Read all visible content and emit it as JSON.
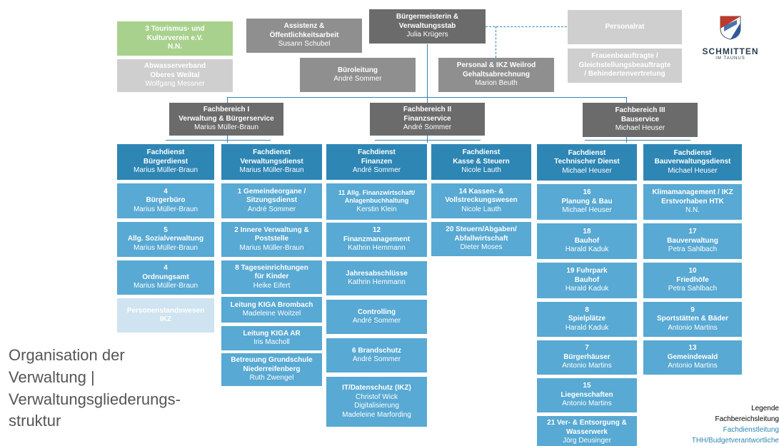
{
  "top": {
    "mayor": {
      "title": "Bürgermeisterin &\nVerwaltungsstab",
      "name": "Julia Krügers"
    },
    "assistenz": {
      "title": "Assistenz &\nÖffentlichkeitsarbeit",
      "name": "Susann Schubel"
    },
    "tourismus": {
      "title": "3 Tourismus- und\nKulturverein e.V.",
      "name": "N.N."
    },
    "abwasser": {
      "title": "Abwasserverband\nOberes Weiltal",
      "name": "Wolfgang Messner"
    },
    "bueroleitung": {
      "title": "Büroleitung",
      "name": "André Sommer"
    },
    "personal": {
      "title": "Personal & IKZ Weilrod\nGehaltsabrechnung",
      "name": "Marion Beuth"
    },
    "personalrat": {
      "title": "Personalrat"
    },
    "frauen": {
      "title": "Frauenbeauftragte /\nGleichstellungsbeauftragte\n/ Behindertenvertretung"
    }
  },
  "logo": {
    "name": "SCHMITTEN",
    "sub": "IM TAUNUS",
    "colors": {
      "red": "#c0392b",
      "blue": "#2c5aa0",
      "white": "#ffffff"
    }
  },
  "fachbereiche": [
    {
      "title": "Fachbereich I\nVerwaltung & Bürgerservice",
      "name": "Marius Müller-Braun"
    },
    {
      "title": "Fachbereich II\nFinanzservice",
      "name": "André Sommer"
    },
    {
      "title": "Fachbereich III\nBauservice",
      "name": "Michael Heuser"
    }
  ],
  "columns": [
    {
      "head": {
        "title": "Fachdienst\nBürgerdienst",
        "name": "Marius Müller-Braun"
      },
      "items": [
        {
          "title": "4\nBürgerbüro",
          "name": "Marius Müller-Braun"
        },
        {
          "title": "5\nAllg. Sozialverwaltung",
          "name": "Marius Müller-Braun"
        },
        {
          "title": "4\nOrdnungsamt",
          "name": "Marius Müller-Braun"
        },
        {
          "title": "Personenstandswesen",
          "name": "IKZ"
        }
      ]
    },
    {
      "head": {
        "title": "Fachdienst\nVerwaltungsdienst",
        "name": "Marius Müller-Braun"
      },
      "items": [
        {
          "title": "1 Gemeindeorgane /\nSitzungsdienst",
          "name": "André Sommer"
        },
        {
          "title": "2 Innere Verwaltung &\nPoststelle",
          "name": "Marius Müller-Braun"
        },
        {
          "title": "8 Tageseinrichtungen\nfür Kinder",
          "name": "Heike Eifert"
        },
        {
          "title": "Leitung KIGA Brombach",
          "name": "Madeleine Woitzel"
        },
        {
          "title": "Leitung KIGA AR",
          "name": "Iris Macholl"
        },
        {
          "title": "Betreuung Grundschule\nNiederreifenberg",
          "name": "Ruth Zwengel"
        }
      ]
    },
    {
      "head": {
        "title": "Fachdienst\nFinanzen",
        "name": "André Sommer"
      },
      "items": [
        {
          "title": "11 Allg. Finanzwirtschaft/\nAnlagenbuchhaltung",
          "name": "Kerstin Klein"
        },
        {
          "title": "12\nFinanzmanagement",
          "name": "Kathrin Hemmann"
        },
        {
          "title": "Jahresabschlüsse",
          "name": "Kathrin Hemmann"
        },
        {
          "title": "Controlling",
          "name": "André Sommer"
        },
        {
          "title": "6 Brandschutz",
          "name": "André Sommer"
        },
        {
          "title": "IT/Datenschutz (IKZ)",
          "name": "Christof Wick\nDigitalisierung\nMadeleine Marfording"
        }
      ]
    },
    {
      "head": {
        "title": "Fachdienst\nKasse & Steuern",
        "name": "Nicole Lauth"
      },
      "items": [
        {
          "title": "14 Kassen- &\nVollstreckungswesen",
          "name": "Nicole Lauth"
        },
        {
          "title": "20 Steuern/Abgaben/\nAbfallwirtschaft",
          "name": "Dieter Moses"
        }
      ]
    },
    {
      "head": {
        "title": "Fachdienst\nTechnischer Dienst",
        "name": "Michael Heuser"
      },
      "items": [
        {
          "title": "16\nPlanung & Bau",
          "name": "Michael Heuser"
        },
        {
          "title": "18\nBauhof",
          "name": "Harald Kaduk"
        },
        {
          "title": "19 Fuhrpark\nBauhof",
          "name": "Harald Kaduk"
        },
        {
          "title": "8\nSpielplätze",
          "name": "Harald Kaduk"
        },
        {
          "title": "7\nBürgerhäuser",
          "name": "Antonio Martins"
        },
        {
          "title": "15\nLiegenschaften",
          "name": "Antonio Martins"
        },
        {
          "title": "21 Ver- & Entsorgung &\nWasserwerk",
          "name": "Jörg Deusinger"
        }
      ]
    },
    {
      "head": {
        "title": "Fachdienst\nBauverwaltungsdienst",
        "name": "Michael Heuser"
      },
      "items": [
        {
          "title": "Klimamanagement / IKZ\nErstvorhaben HTK",
          "name": "N.N."
        },
        {
          "title": "17\nBauverwaltung",
          "name": "Petra Sahlbach"
        },
        {
          "title": "10\nFriedhöfe",
          "name": "Petra Sahlbach"
        },
        {
          "title": "9\nSportstätten & Bäder",
          "name": "Antonio Martins"
        },
        {
          "title": "13\nGemeindewald",
          "name": "Antonio Martins"
        }
      ]
    }
  ],
  "page_title": "Organisation der\nVerwaltung |\nVerwaltungsgliederungs-\nstruktur",
  "legend": {
    "heading": "Legende",
    "items": [
      {
        "label": "Fachbereichsleitung",
        "color": "#000000"
      },
      {
        "label": "Fachdienstleitung",
        "color": "#2e86b4"
      },
      {
        "label": "THH/Budgetverantwortliche",
        "color": "#2e86b4"
      }
    ]
  }
}
